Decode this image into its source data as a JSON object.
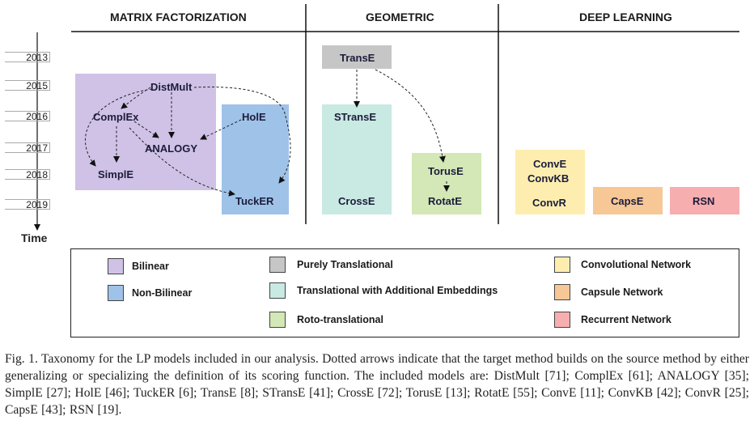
{
  "sections": {
    "matrix": "MATRIX FACTORIZATION",
    "geometric": "GEOMETRIC",
    "deep": "DEEP LEARNING"
  },
  "timeline": {
    "years": [
      "2013",
      "2015",
      "2016",
      "2017",
      "2018",
      "2019"
    ],
    "label": "Time"
  },
  "models": {
    "distmult": "DistMult",
    "complex": "ComplEx",
    "analogy": "ANALOGY",
    "simple": "SimplE",
    "hole": "HolE",
    "tucker": "TuckER",
    "transe": "TransE",
    "stranse": "STransE",
    "crosse": "CrossE",
    "toruse": "TorusE",
    "rotate": "RotatE",
    "conve": "ConvE",
    "convkb": "ConvKB",
    "convr": "ConvR",
    "capse": "CapsE",
    "rsn": "RSN"
  },
  "legend": {
    "bilinear": "Bilinear",
    "nonbilinear": "Non-Bilinear",
    "purely": "Purely Translational",
    "transadd": "Translational with Additional Embeddings",
    "roto": "Roto-translational",
    "conv": "Convolutional Network",
    "caps": "Capsule Network",
    "rnn": "Recurrent Network"
  },
  "colors": {
    "bilinear": "#cfc2e6",
    "nonbilinear": "#9fc2e8",
    "purely": "#c6c6c6",
    "transadd": "#c9e9e3",
    "roto": "#d3e8b6",
    "conv": "#fdeeb0",
    "caps": "#f7c796",
    "rnn": "#f6aeae"
  },
  "caption": {
    "text": "Fig. 1.  Taxonomy for the LP models included in our analysis. Dotted arrows indicate that the target method builds on the source method by either generalizing or specializing the definition of its scoring function. The included models are: DistMult [71]; ComplEx [61]; ANALOGY [35]; SimplE [27]; HolE [46]; TuckER [6]; TransE [8]; STransE [41]; CrossE [72]; TorusE [13]; RotatE [55]; ConvE [11]; ConvKB [42]; ConvR [25]; CapsE [43]; RSN [19]."
  }
}
